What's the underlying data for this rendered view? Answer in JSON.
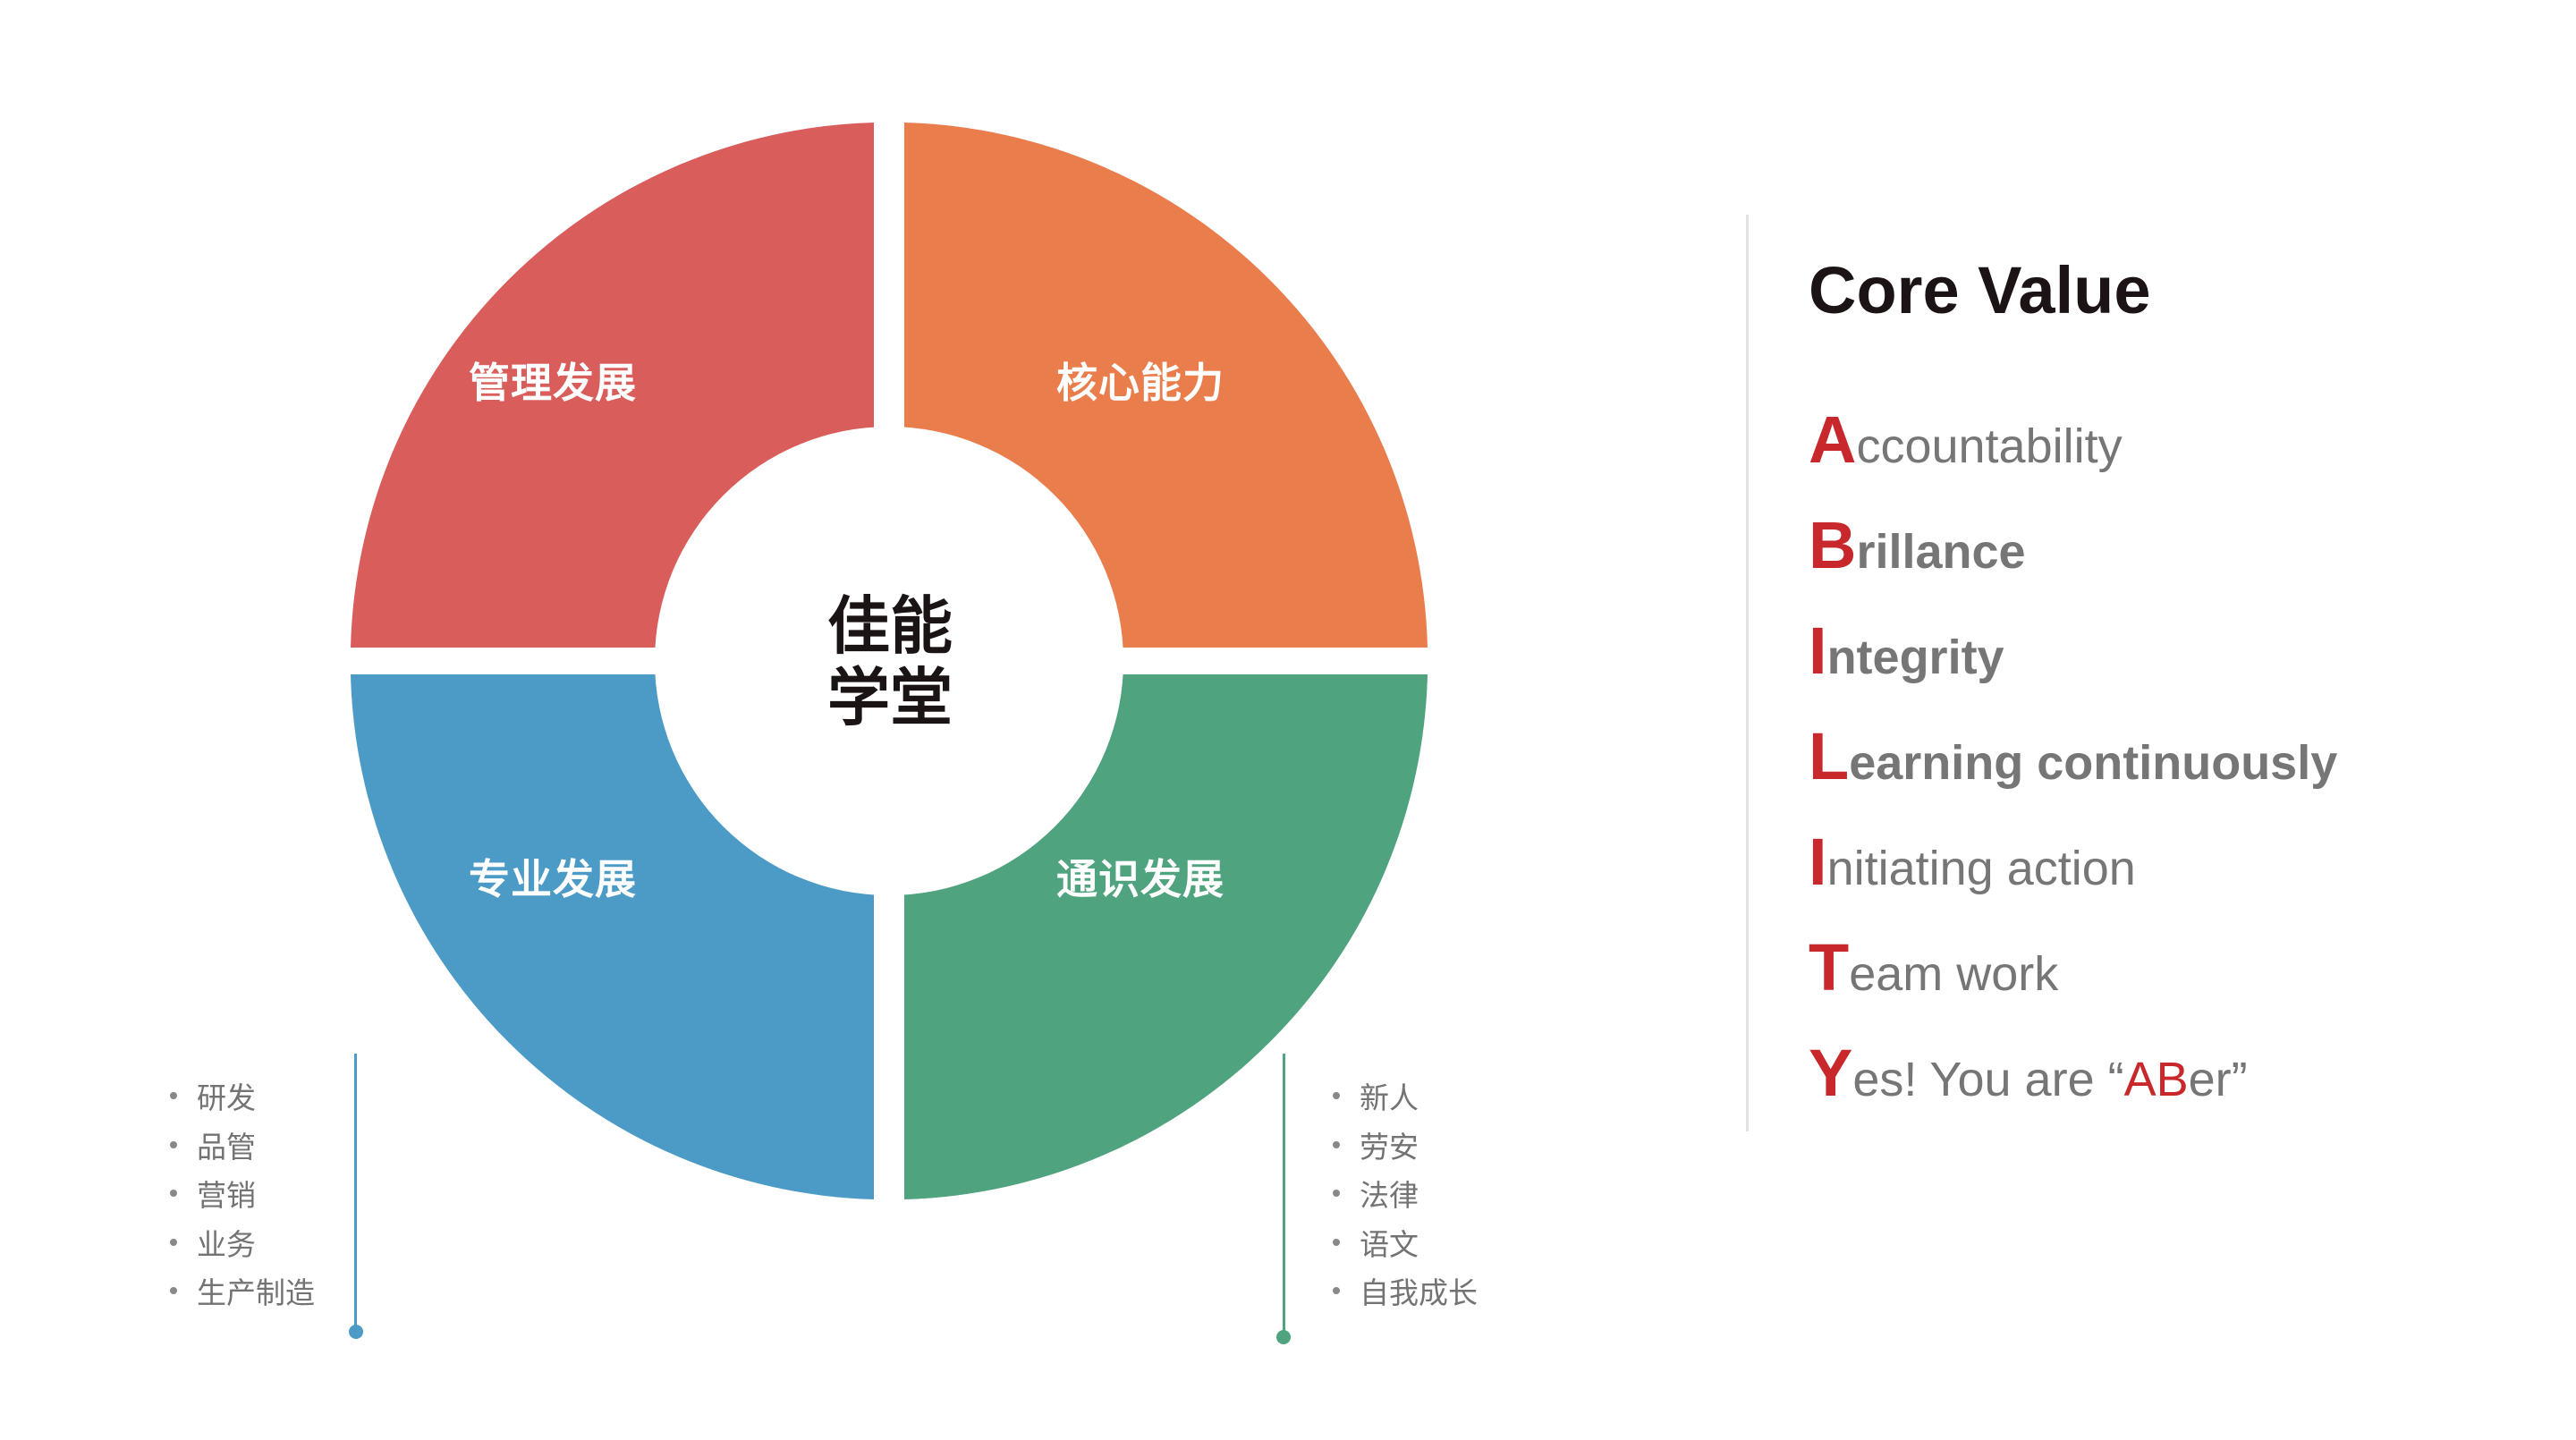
{
  "diagram": {
    "center_title": [
      "佳能",
      "学堂"
    ],
    "segments": [
      {
        "id": "top-left",
        "label": "管理发展",
        "color": "#D95D5B"
      },
      {
        "id": "top-right",
        "label": "核心能力",
        "color": "#E97D4C"
      },
      {
        "id": "bottom-left",
        "label": "专业发展",
        "color": "#4C9BC7"
      },
      {
        "id": "bottom-right",
        "label": "通识发展",
        "color": "#4FA37E"
      }
    ],
    "professional_list": {
      "line_color": "#4C9BC7",
      "items": [
        "研发",
        "品管",
        "营销",
        "业务",
        "生产制造"
      ]
    },
    "general_list": {
      "line_color": "#4FA37E",
      "items": [
        "新人",
        "劳安",
        "法律",
        "语文",
        "自我成长"
      ]
    }
  },
  "core_value": {
    "title": "Core Value",
    "accent_color": "#C8282B",
    "items": [
      {
        "initial": "A",
        "rest": "ccountability"
      },
      {
        "initial": "B",
        "rest": "rillance"
      },
      {
        "initial": "I",
        "rest": "ntegrity"
      },
      {
        "initial": "L",
        "rest": "earning continuously"
      },
      {
        "initial": "I",
        "rest": "nitiating action"
      },
      {
        "initial": "T",
        "rest": "eam work"
      },
      {
        "initial": "Y",
        "rest_prefix": "es! You are “",
        "accent": "AB",
        "rest_suffix": "er”"
      }
    ]
  }
}
